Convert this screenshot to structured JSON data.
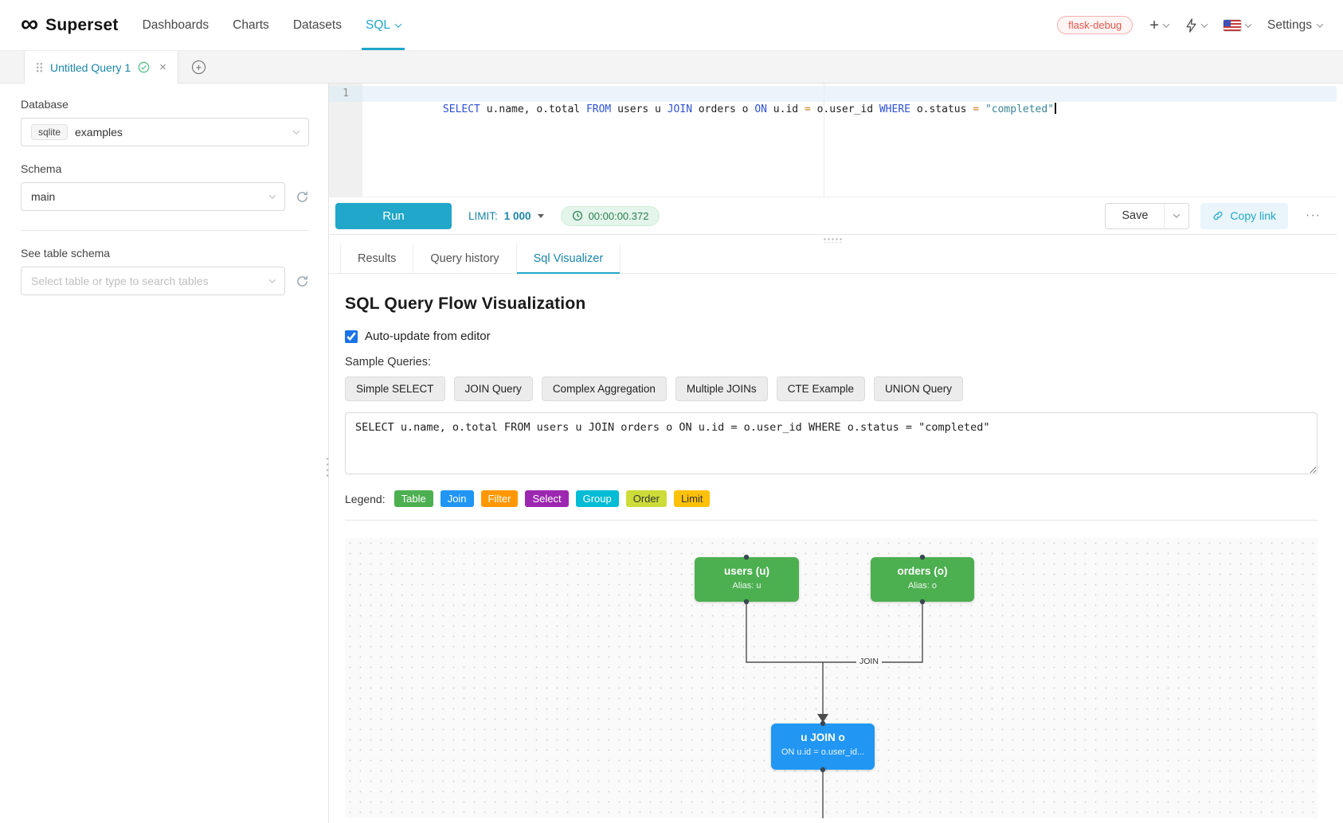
{
  "colors": {
    "accent": "#20a7c9",
    "run_button": "#20a7c9",
    "timer_text": "#2a7d4f",
    "env_badge_text": "#e2574c"
  },
  "icons": {
    "logo_glyph": "∞",
    "plus_glyph": "+",
    "close_glyph": "×",
    "more_glyph": "···"
  },
  "navbar": {
    "brand": "Superset",
    "items": [
      {
        "label": "Dashboards",
        "active": false
      },
      {
        "label": "Charts",
        "active": false
      },
      {
        "label": "Datasets",
        "active": false
      },
      {
        "label": "SQL",
        "active": true
      }
    ],
    "env_badge": "flask-debug",
    "settings_label": "Settings"
  },
  "tabbar": {
    "tab_label": "Untitled Query 1"
  },
  "sidebar": {
    "database_label": "Database",
    "database_tag": "sqlite",
    "database_value": "examples",
    "schema_label": "Schema",
    "schema_value": "main",
    "table_label": "See table schema",
    "table_placeholder": "Select table or type to search tables"
  },
  "editor": {
    "line_number": "1",
    "sql": "SELECT u.name, o.total FROM users u JOIN orders o ON u.id = o.user_id WHERE o.status = \"completed\"",
    "tokens": [
      {
        "type": "keyword",
        "v": "SELECT"
      },
      {
        "type": "plain",
        "v": " u.name, o.total "
      },
      {
        "type": "keyword",
        "v": "FROM"
      },
      {
        "type": "plain",
        "v": " users u "
      },
      {
        "type": "keyword",
        "v": "JOIN"
      },
      {
        "type": "plain",
        "v": " orders o "
      },
      {
        "type": "keyword",
        "v": "ON"
      },
      {
        "type": "plain",
        "v": " u.id "
      },
      {
        "type": "operator",
        "v": "="
      },
      {
        "type": "plain",
        "v": " o.user_id "
      },
      {
        "type": "keyword",
        "v": "WHERE"
      },
      {
        "type": "plain",
        "v": " o.status "
      },
      {
        "type": "operator",
        "v": "="
      },
      {
        "type": "plain",
        "v": " "
      },
      {
        "type": "string",
        "v": "\"completed\""
      }
    ]
  },
  "toolbar": {
    "run_label": "Run",
    "limit_label": "LIMIT:",
    "limit_value": "1 000",
    "timer": "00:00:00.372",
    "save_label": "Save",
    "copy_link_label": "Copy link"
  },
  "south_tabs": [
    {
      "label": "Results",
      "active": false
    },
    {
      "label": "Query history",
      "active": false
    },
    {
      "label": "Sql Visualizer",
      "active": true
    }
  ],
  "visualizer": {
    "title": "SQL Query Flow Visualization",
    "auto_update_label": "Auto-update from editor",
    "auto_update_checked": true,
    "sample_label": "Sample Queries:",
    "samples": [
      "Simple SELECT",
      "JOIN Query",
      "Complex Aggregation",
      "Multiple JOINs",
      "CTE Example",
      "UNION Query"
    ],
    "query_text": "SELECT u.name, o.total FROM users u JOIN orders o ON u.id = o.user_id WHERE o.status = \"completed\"",
    "legend_label": "Legend:",
    "legend": [
      {
        "label": "Table",
        "color": "#4CAF50",
        "text": "#ffffff"
      },
      {
        "label": "Join",
        "color": "#2196F3",
        "text": "#ffffff"
      },
      {
        "label": "Filter",
        "color": "#FF9800",
        "text": "#ffffff"
      },
      {
        "label": "Select",
        "color": "#9C27B0",
        "text": "#ffffff"
      },
      {
        "label": "Group",
        "color": "#00BCD4",
        "text": "#ffffff"
      },
      {
        "label": "Order",
        "color": "#CDDC39",
        "text": "#333333"
      },
      {
        "label": "Limit",
        "color": "#FFC107",
        "text": "#333333"
      }
    ],
    "edge_label": "JOIN",
    "nodes": [
      {
        "title": "users (u)",
        "subtitle": "Alias: u",
        "color": "#4CAF50"
      },
      {
        "title": "orders (o)",
        "subtitle": "Alias: o",
        "color": "#4CAF50"
      },
      {
        "title": "u JOIN o",
        "subtitle": "ON u.id = o.user_id...",
        "color": "#2196F3"
      }
    ]
  }
}
